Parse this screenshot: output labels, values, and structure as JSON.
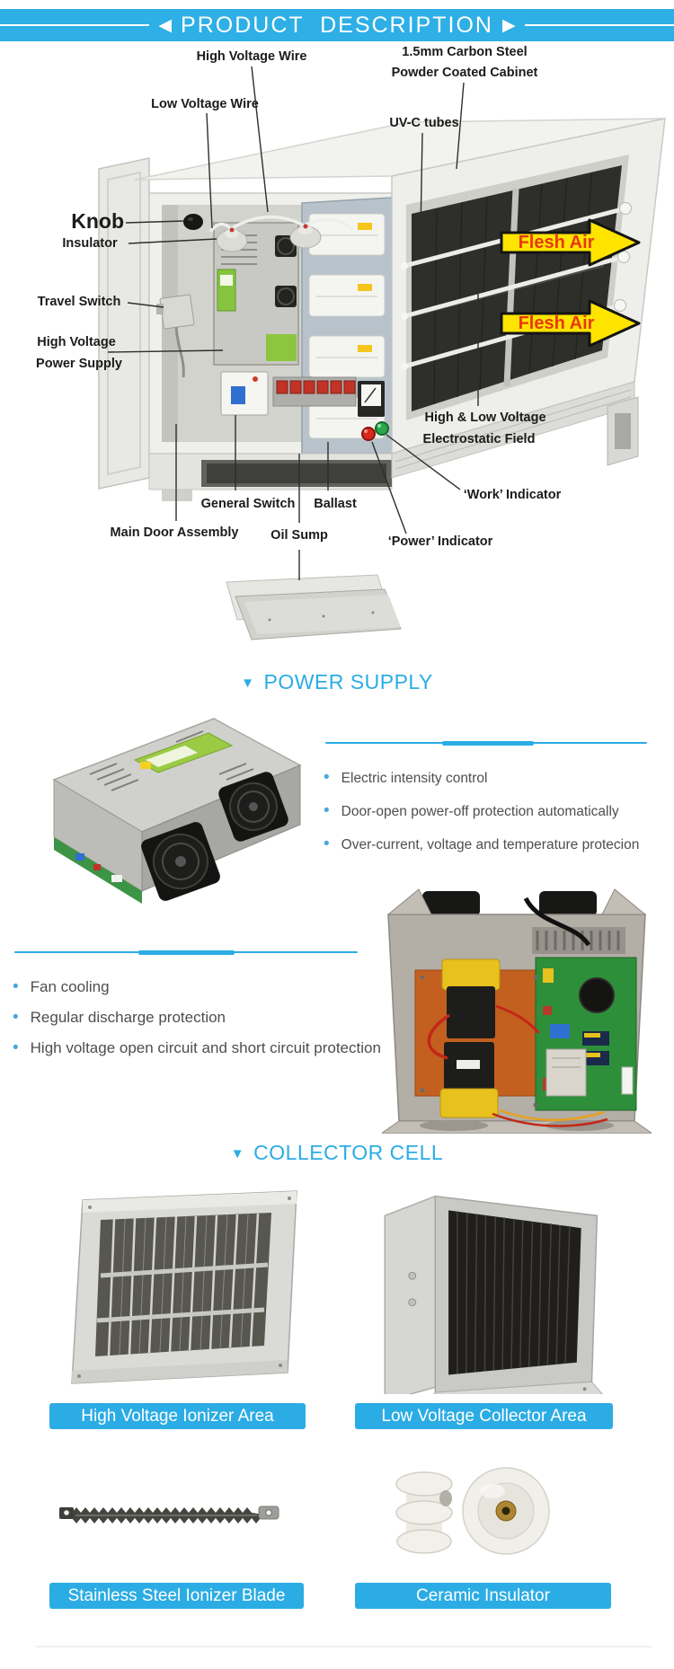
{
  "header": {
    "title": "PRODUCT  DESCRIPTION",
    "left_arrow": "◀",
    "right_arrow": "▶"
  },
  "diagram": {
    "labels": {
      "high_voltage_wire": "High Voltage Wire",
      "carbon_steel_line1": "1.5mm Carbon Steel",
      "carbon_steel_line2": "Powder Coated Cabinet",
      "low_voltage_wire": "Low Voltage Wire",
      "uvc_tubes": "UV-C tubes",
      "knob": "Knob",
      "insulator": "Insulator",
      "travel_switch": "Travel Switch",
      "hv_power_supply_line1": "High Voltage",
      "hv_power_supply_line2": "Power Supply",
      "flesh_air": "Flesh Air",
      "electrostatic_field_line1": "High & Low Voltage",
      "electrostatic_field_line2": "Electrostatic Field",
      "work_indicator": "‘Work’ Indicator",
      "power_indicator": "‘Power’ Indicator",
      "general_switch": "General Switch",
      "ballast": "Ballast",
      "main_door_assembly": "Main Door Assembly",
      "oil_sump": "Oil Sump"
    }
  },
  "power_supply_section": {
    "marker": "▼",
    "heading": "POWER SUPPLY",
    "bullets_right": [
      "Electric intensity control",
      "Door-open power-off protection automatically",
      "Over-current, voltage and temperature protecion"
    ],
    "bullets_left": [
      "Fan cooling",
      "Regular discharge protection",
      "High voltage open circuit and short circuit protection"
    ]
  },
  "collector_section": {
    "marker": "▼",
    "heading": "COLLECTOR CELL",
    "captions": {
      "ionizer_area": "High Voltage Ionizer Area",
      "collector_area": "Low Voltage Collector Area",
      "ionizer_blade": "Stainless Steel Ionizer Blade",
      "ceramic_insulator": "Ceramic Insulator"
    }
  },
  "colors": {
    "accent_blue": "#2bace4",
    "header_blue": "#2eafe6",
    "arrow_yellow": "#ffe400",
    "arrow_text_red": "#e8380f",
    "indicator_red": "#d8291c",
    "indicator_green": "#2aa84a"
  }
}
